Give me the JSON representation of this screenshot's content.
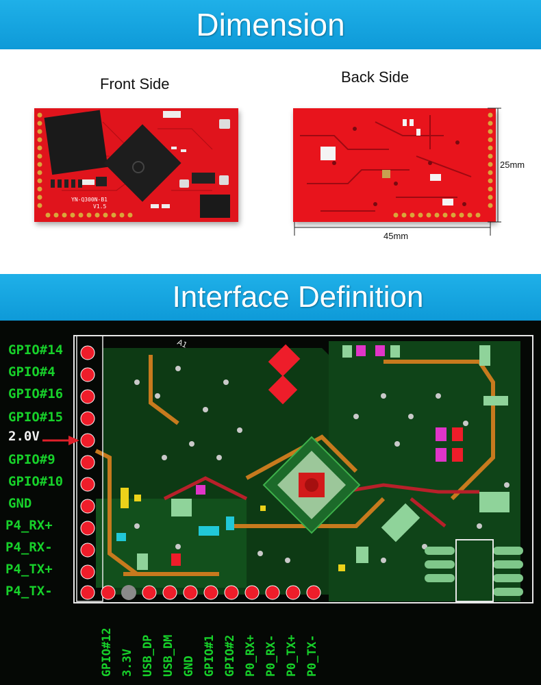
{
  "dimension_section": {
    "title": "Dimension",
    "front_label": "Front Side",
    "back_label": "Back Side",
    "front_chip_text": "YN-Q300N-B1",
    "front_version": "V1.5",
    "height_label": "25mm",
    "width_label": "45mm"
  },
  "interface_section": {
    "title": "Interface Definition",
    "left_pins": [
      "GPIO#14",
      "GPIO#4",
      "GPIO#16",
      "GPIO#15",
      "2.0V",
      "GPIO#9",
      "GPIO#10",
      "GND",
      "P4_RX+",
      "P4_RX-",
      "P4_TX+",
      "P4_TX-"
    ],
    "bottom_pins": [
      "GPIO#12",
      "3.3V",
      "USB_DP",
      "USB_DM",
      "GND",
      "GPIO#1",
      "GPIO#2",
      "P0_RX+",
      "P0_RX-",
      "P0_TX+",
      "P0_TX-"
    ],
    "marker_label": "A1"
  },
  "colors": {
    "banner": "#1aa8e4",
    "pcb_background": "#050805",
    "board_red": "#e0141c",
    "pin_label_green": "#17d12a",
    "arrow_red": "#e0202a"
  }
}
